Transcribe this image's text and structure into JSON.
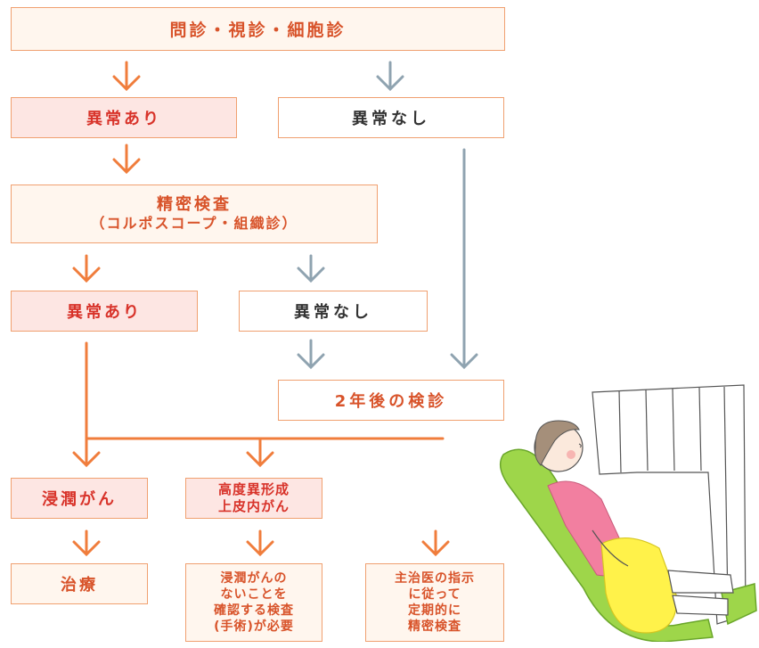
{
  "boxes": {
    "screening": "問診・視診・細胞診",
    "abnormal_1": "異常あり",
    "normal_1": "異常なし",
    "detailed_exam": {
      "line1": "精密検査",
      "line2": "（コルポスコープ・組織診）"
    },
    "abnormal_2": "異常あり",
    "normal_2": "異常なし",
    "checkup_2yr": "2年後の検診",
    "invasive_cancer": "浸潤がん",
    "cin": {
      "line1": "高度異形成",
      "line2": "上皮内がん"
    },
    "treatment": "治療",
    "confirm_test": {
      "line1": "浸潤がんの",
      "line2": "ないことを",
      "line3": "確認する検査",
      "line4": "(手術)が必要"
    },
    "followup": {
      "line1": "主治医の指示",
      "line2": "に従って",
      "line3": "定期的に",
      "line4": "精密検査"
    }
  },
  "colors": {
    "orange_arrow": "#f07d3c",
    "gray_arrow": "#8fa3b0",
    "box_border": "#f0a070",
    "abnormal_fill": "#fde6e3",
    "pale_fill": "#fff6ee"
  },
  "illustration": "woman-in-exam-chair-illustration"
}
